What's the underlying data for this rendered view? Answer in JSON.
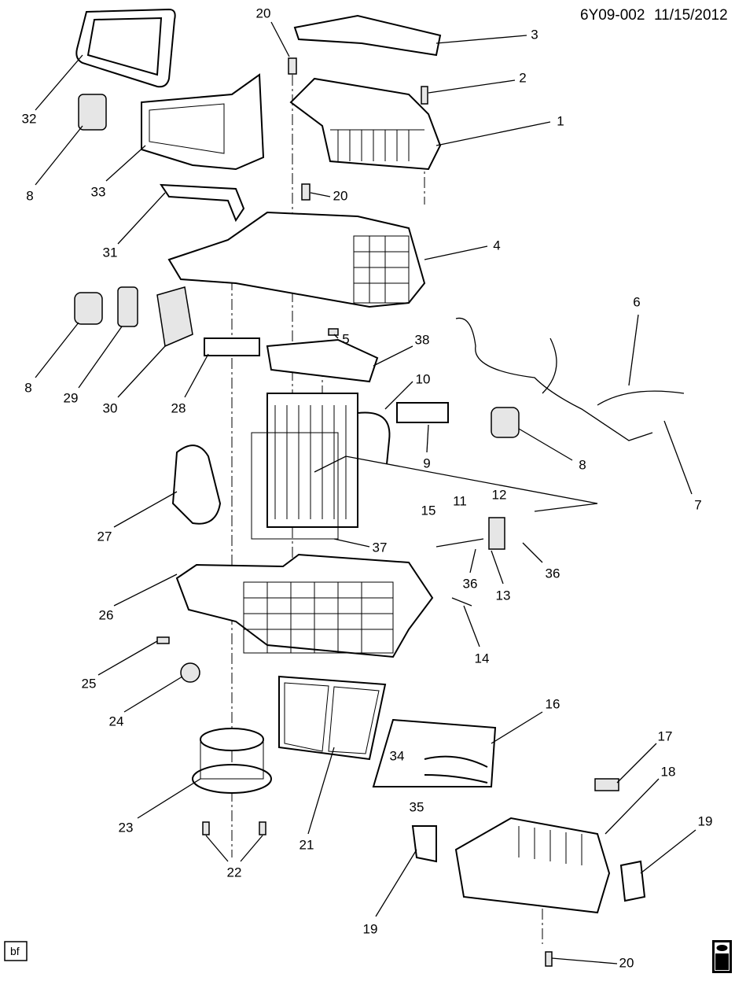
{
  "header": {
    "diagram_id": "6Y09-002",
    "date": "11/15/2012"
  },
  "callouts": [
    "20",
    "3",
    "2",
    "1",
    "32",
    "8",
    "33",
    "20",
    "31",
    "4",
    "6",
    "5",
    "38",
    "8",
    "29",
    "30",
    "28",
    "10",
    "9",
    "8",
    "7",
    "27",
    "15",
    "11",
    "12",
    "37",
    "36",
    "13",
    "36",
    "26",
    "14",
    "25",
    "24",
    "16",
    "17",
    "34",
    "18",
    "35",
    "23",
    "21",
    "19",
    "22",
    "19",
    "20"
  ],
  "footer": {
    "left_badge": "bf",
    "logo_text": "gm spo"
  }
}
